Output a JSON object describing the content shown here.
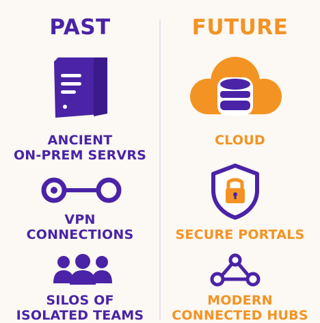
{
  "colors": {
    "past": "#4a23a6",
    "future": "#f39324",
    "background": "#fcf8f3",
    "divider": "#e6e1ec"
  },
  "past": {
    "heading": "PAST",
    "items": [
      {
        "icon": "server-icon",
        "lines": [
          "ANCIENT",
          "ON-PREM SERVRS"
        ]
      },
      {
        "icon": "vpn-connection-icon",
        "lines": [
          "VPN",
          "CONNECTIONS"
        ]
      },
      {
        "icon": "team-group-icon",
        "lines": [
          "SILOS OF",
          "ISOLATED TEAMS"
        ]
      }
    ]
  },
  "future": {
    "heading": "FUTURE",
    "items": [
      {
        "icon": "cloud-database-icon",
        "lines": [
          "CLOUD"
        ]
      },
      {
        "icon": "shield-lock-icon",
        "lines": [
          "SECURE PORTALS"
        ]
      },
      {
        "icon": "network-hub-icon",
        "lines": [
          "MODERN",
          "CONNECTED HUBS"
        ]
      }
    ]
  }
}
